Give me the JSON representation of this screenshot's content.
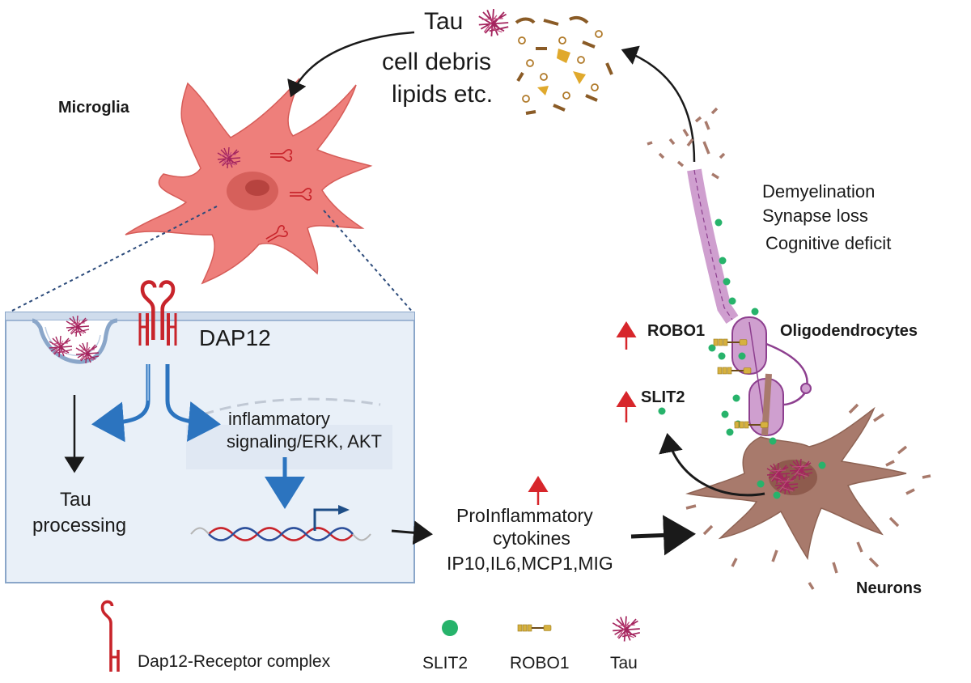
{
  "labels": {
    "tau_top": "Tau",
    "debris_line1": "cell debris",
    "debris_line2": "lipids etc.",
    "microglia": "Microglia",
    "dap12": "DAP12",
    "inflam_line1": "inflammatory",
    "inflam_line2": "signaling/ERK, AKT",
    "tau_proc_line1": "Tau",
    "tau_proc_line2": "processing",
    "cyto_line1": "ProInflammatory",
    "cyto_line2": "cytokines",
    "cyto_line3": "IP10,IL6,MCP1,MIG",
    "effect1": "Demyelination",
    "effect2": "Synapse loss",
    "effect3": "Cognitive deficit",
    "robo1": "ROBO1",
    "oligo": "Oligodendrocytes",
    "slit2": "SLIT2",
    "neurons": "Neurons"
  },
  "legend": {
    "receptor": "Dap12-Receptor complex",
    "slit2": "SLIT2",
    "robo1": "ROBO1",
    "tau": "Tau"
  },
  "colors": {
    "microglia": "#ee7f7b",
    "receptor_red": "#c8242b",
    "panel_bg": "#e9f0f8",
    "panel_border": "#8aa6c9",
    "blue_arrow": "#2c74bf",
    "neuron": "#a87a6c",
    "myelin": "#cf9fcf",
    "myelin_border": "#8d3f8f",
    "slit2_green": "#27b36b",
    "robo_gold": "#d6b13f",
    "tau_fibril": "#a4255e",
    "arrow_black": "#1a1a1a",
    "up_arrow_red": "#d7262b"
  }
}
